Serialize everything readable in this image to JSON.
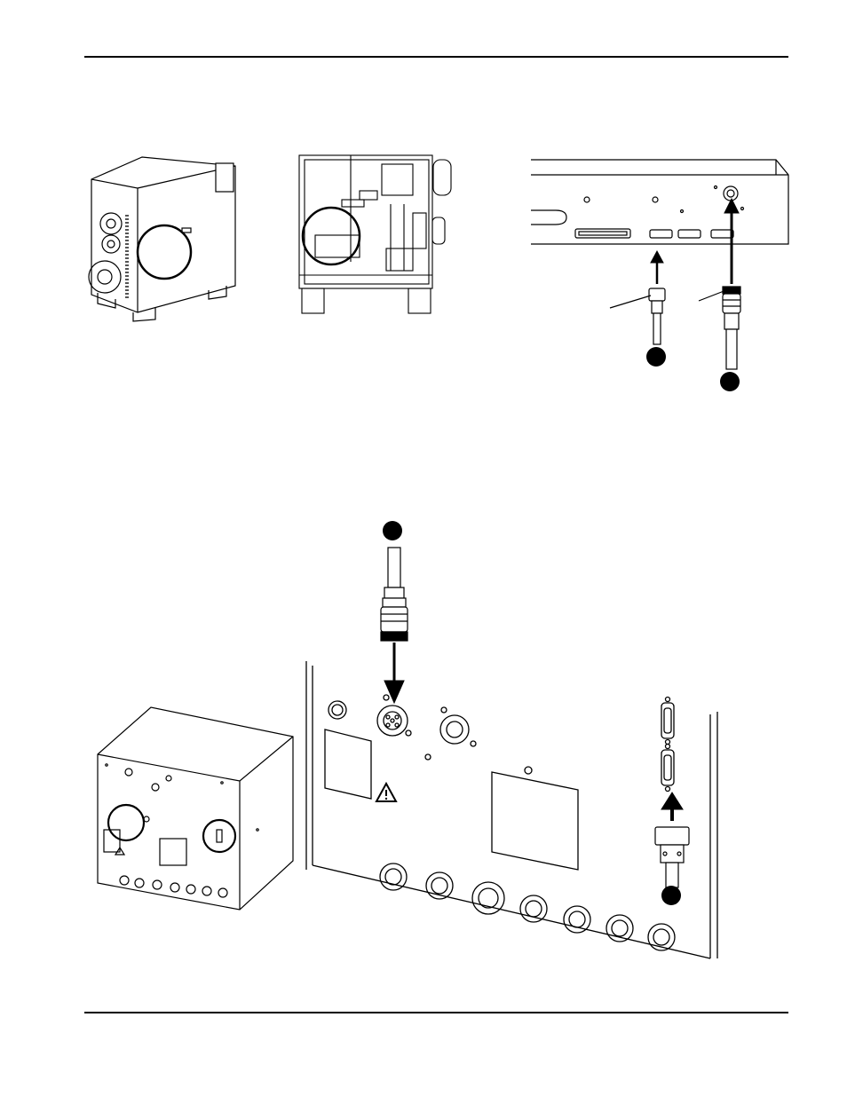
{
  "page": {
    "header_rule": true,
    "footer_rule": true
  },
  "figure_top": {
    "views": [
      "power-supply-rear-view",
      "power-supply-side-panel-open",
      "control-board-connector-strip"
    ],
    "callouts": [
      "filled-callout-1",
      "filled-callout-2"
    ],
    "arrows": [
      "up-arrow-serial-cable",
      "up-arrow-round-cable"
    ]
  },
  "figure_bottom": {
    "views": [
      "gas-console-overview",
      "gas-console-rear-panel-detail"
    ],
    "callouts": [
      "filled-callout-top",
      "filled-callout-right"
    ],
    "arrows": [
      "down-arrow-round-cable",
      "up-arrow-serial-cable"
    ],
    "icons": [
      "warning-icon"
    ]
  },
  "colors": {
    "ink": "#000000",
    "paper": "#ffffff",
    "panel_hatch": "#555555"
  }
}
